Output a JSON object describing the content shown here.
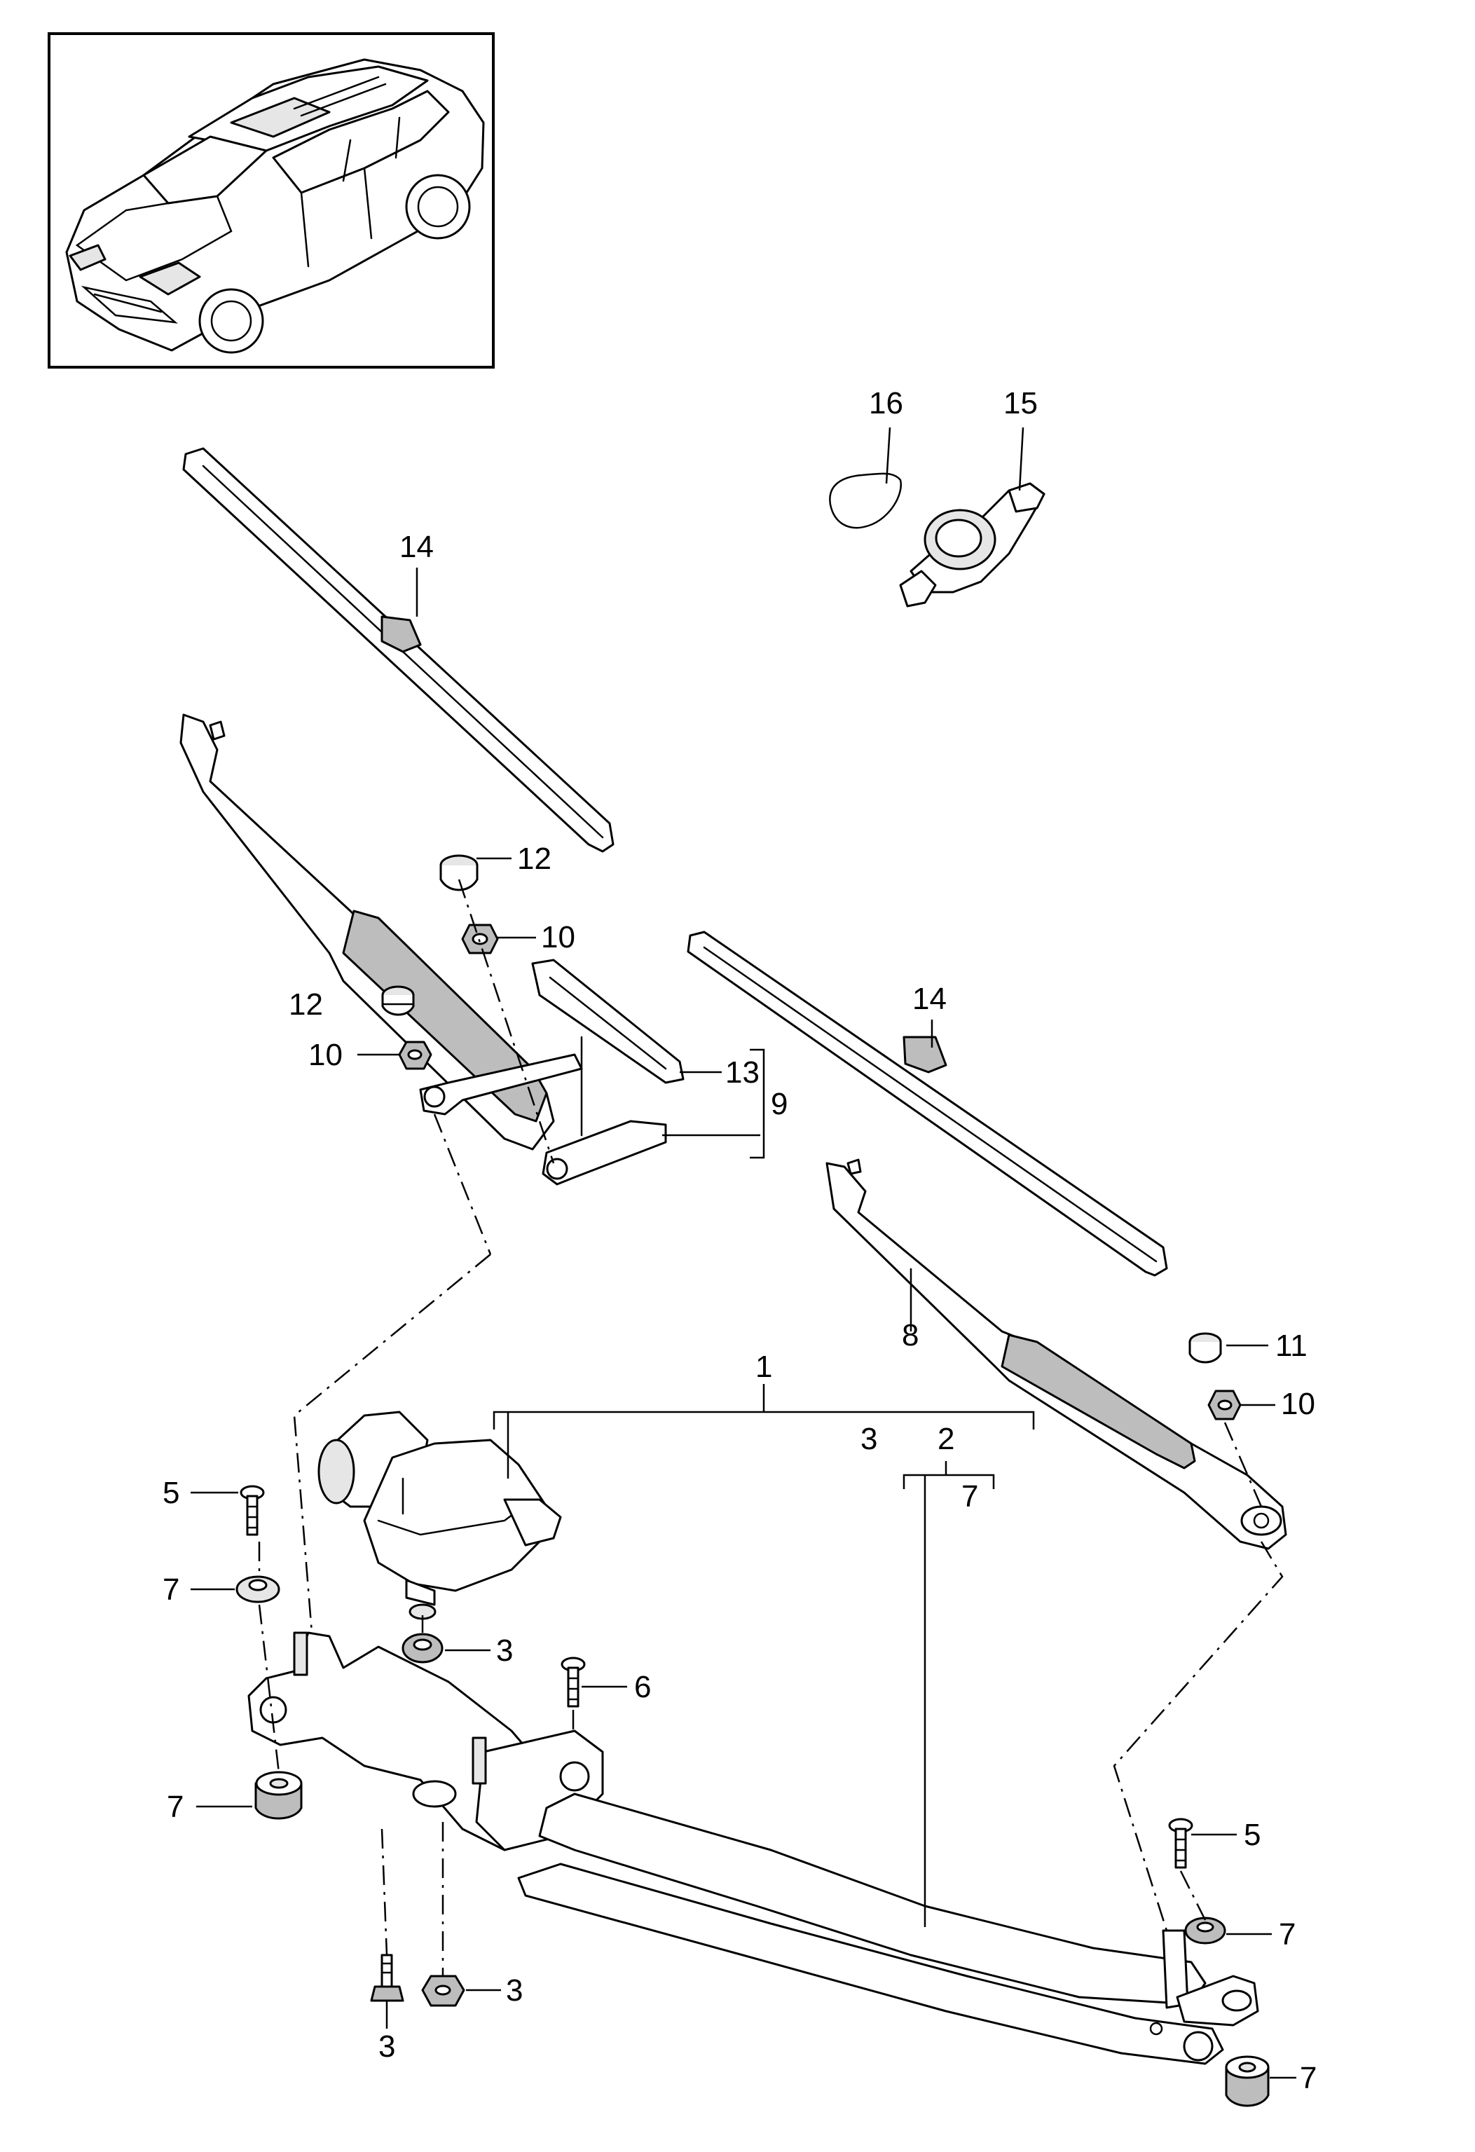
{
  "diagram": {
    "callouts": {
      "c1": "1",
      "c2": "2",
      "c3_bracket": "3",
      "c7_bracket": "7",
      "c3_motor": "3",
      "c3_bottom_left": "3",
      "c3_bottom_nut": "3",
      "c5_left": "5",
      "c5_right": "5",
      "c6": "6",
      "c7_left_top": "7",
      "c7_left_bottom": "7",
      "c7_right_top": "7",
      "c7_right_bottom": "7",
      "c8": "8",
      "c9": "9",
      "c10_upper": "10",
      "c10_lower": "10",
      "c10_right": "10",
      "c11": "11",
      "c12_upper": "12",
      "c12_lower": "12",
      "c13": "13",
      "c14_left": "14",
      "c14_right": "14",
      "c15": "15",
      "c16": "16"
    },
    "icons": {
      "vehicle": "suv-thumbnail-icon",
      "rain_sensor": "rain-sensor-icon",
      "gel_pad": "gel-pad-icon"
    }
  }
}
